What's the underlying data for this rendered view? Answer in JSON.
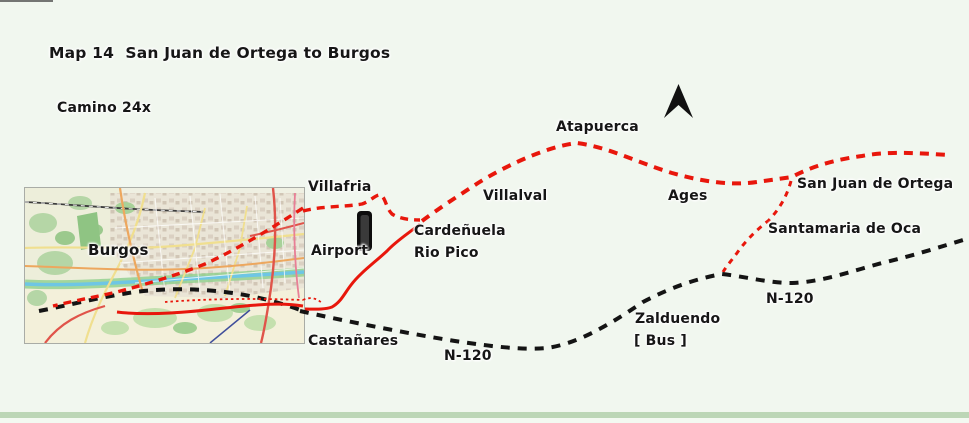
{
  "title": "Map 14  San Juan de Ortega to Burgos",
  "subtitle": "Camino 24x",
  "colors": {
    "route_red": "#e8170c",
    "road_black": "#141414",
    "background": "#f1f7ef",
    "footer_strip": "#bcd6b6"
  },
  "labels": {
    "villafria": "Villafria",
    "atapuerca": "Atapuerca",
    "villalval": "Villalval",
    "ages": "Ages",
    "san_juan_de_ortega": "San Juan de Ortega",
    "santamaria_de_oca": "Santamaria de Oca",
    "cardenuela_line1": "Cardeñuela",
    "cardenuela_line2": "Rio Pico",
    "airport": "Airport",
    "castanares": "Castañares",
    "zalduendo_line1": "Zalduendo",
    "zalduendo_line2": "[ Bus ]",
    "n120_west": "N-120",
    "n120_east": "N-120"
  },
  "inset": {
    "city_label": "Burgos"
  },
  "icons": {
    "north_arrow": "north-arrow",
    "airport_runway": "runway-bar"
  }
}
